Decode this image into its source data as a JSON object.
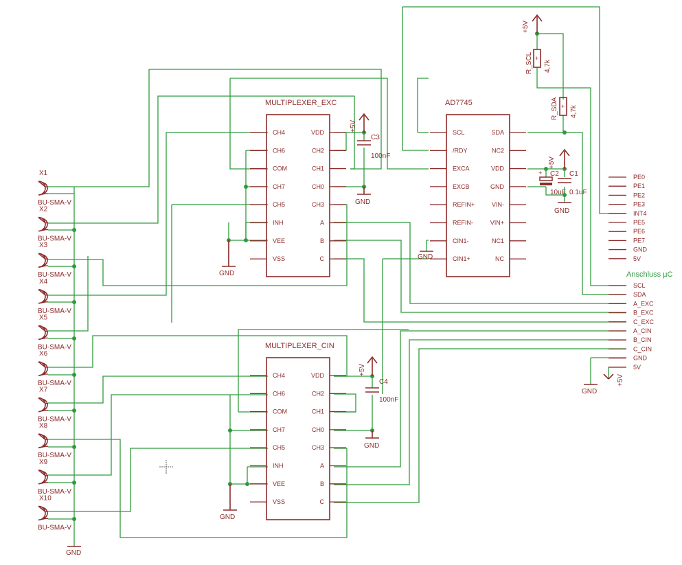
{
  "mux_exc": {
    "name": "MULTIPLEXER_EXC",
    "left_pins": [
      "CH4",
      "CH6",
      "COM",
      "CH7",
      "CH5",
      "INH",
      "VEE",
      "VSS"
    ],
    "right_pins": [
      "VDD",
      "CH2",
      "CH1",
      "CH0",
      "CH3",
      "A",
      "B",
      "C"
    ]
  },
  "mux_cin": {
    "name": "MULTIPLEXER_CIN",
    "left_pins": [
      "CH4",
      "CH6",
      "COM",
      "CH7",
      "CH5",
      "INH",
      "VEE",
      "VSS"
    ],
    "right_pins": [
      "VDD",
      "CH2",
      "CH1",
      "CH0",
      "CH3",
      "A",
      "B",
      "C"
    ]
  },
  "adc": {
    "name": "AD7745",
    "left_pins": [
      "SCL",
      "/RDY",
      "EXCA",
      "EXCB",
      "REFIN+",
      "REFIN-",
      "CIN1-",
      "CIN1+"
    ],
    "right_pins": [
      "SDA",
      "NC2",
      "VDD",
      "GND",
      "VIN-",
      "VIN+",
      "NC1",
      "NC"
    ]
  },
  "capacitors": {
    "c1": {
      "name": "C1",
      "value": "0.1uF"
    },
    "c2": {
      "name": "C2",
      "value": "10uF"
    },
    "c3": {
      "name": "C3",
      "value": "100nF"
    },
    "c4": {
      "name": "C4",
      "value": "100nF"
    }
  },
  "resistors": {
    "r_scl": {
      "name": "R_SCL",
      "value": "4,7k"
    },
    "r_sda": {
      "name": "R_SDA",
      "value": "4,7k"
    }
  },
  "connectors": [
    {
      "name": "X1",
      "type": "BU-SMA-V"
    },
    {
      "name": "X2",
      "type": "BU-SMA-V"
    },
    {
      "name": "X3",
      "type": "BU-SMA-V"
    },
    {
      "name": "X4",
      "type": "BU-SMA-V"
    },
    {
      "name": "X5",
      "type": "BU-SMA-V"
    },
    {
      "name": "X6",
      "type": "BU-SMA-V"
    },
    {
      "name": "X7",
      "type": "BU-SMA-V"
    },
    {
      "name": "X8",
      "type": "BU-SMA-V"
    },
    {
      "name": "X9",
      "type": "BU-SMA-V"
    },
    {
      "name": "X10",
      "type": "BU-SMA-V"
    }
  ],
  "uc_header": {
    "title": "Anschluss µC",
    "top_pins": [
      "PE0",
      "PE1",
      "PE2",
      "PE3",
      "INT4",
      "PE5",
      "PE6",
      "PE7",
      "GND",
      "5V"
    ],
    "bottom_pins": [
      "SCL",
      "SDA",
      "A_EXC",
      "B_EXC",
      "C_EXC",
      "A_CIN",
      "B_CIN",
      "C_CIN",
      "GND",
      "5V"
    ]
  },
  "power": {
    "gnd": "GND",
    "vcc": "+5V"
  },
  "colors": {
    "wire": "#2f9a3c",
    "part": "#8e2b2b",
    "gnd_label": "#9a9a9a"
  }
}
